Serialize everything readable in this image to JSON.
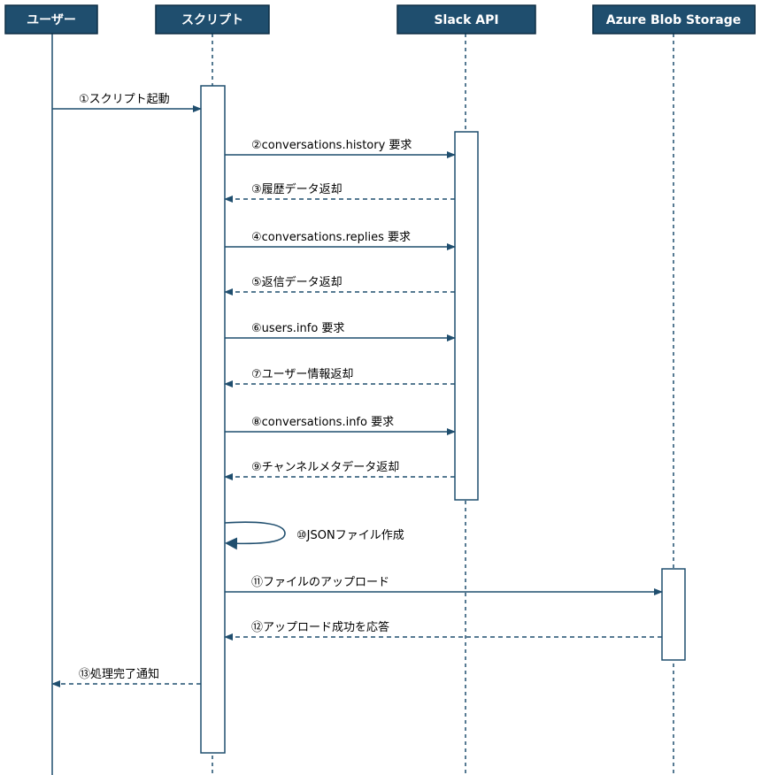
{
  "actors": [
    {
      "id": "user",
      "label": "ユーザー"
    },
    {
      "id": "script",
      "label": "スクリプト"
    },
    {
      "id": "slack",
      "label": "Slack API"
    },
    {
      "id": "azure",
      "label": "Azure Blob Storage"
    }
  ],
  "messages": [
    {
      "from": "user",
      "to": "script",
      "style": "solid",
      "label": "①スクリプト起動"
    },
    {
      "from": "script",
      "to": "slack",
      "style": "solid",
      "label": "②conversations.history 要求"
    },
    {
      "from": "slack",
      "to": "script",
      "style": "dashed",
      "label": "③履歴データ返却"
    },
    {
      "from": "script",
      "to": "slack",
      "style": "solid",
      "label": "④conversations.replies 要求"
    },
    {
      "from": "slack",
      "to": "script",
      "style": "dashed",
      "label": "⑤返信データ返却"
    },
    {
      "from": "script",
      "to": "slack",
      "style": "solid",
      "label": "⑥users.info 要求"
    },
    {
      "from": "slack",
      "to": "script",
      "style": "dashed",
      "label": "⑦ユーザー情報返却"
    },
    {
      "from": "script",
      "to": "slack",
      "style": "solid",
      "label": "⑧conversations.info 要求"
    },
    {
      "from": "slack",
      "to": "script",
      "style": "dashed",
      "label": "⑨チャンネルメタデータ返却"
    },
    {
      "from": "script",
      "to": "script",
      "style": "self",
      "label": "⑩JSONファイル作成"
    },
    {
      "from": "script",
      "to": "azure",
      "style": "solid",
      "label": "⑪ファイルのアップロード"
    },
    {
      "from": "azure",
      "to": "script",
      "style": "dashed",
      "label": "⑫アップロード成功を応答"
    },
    {
      "from": "script",
      "to": "user",
      "style": "dashed",
      "label": "⑬処理完了通知"
    }
  ],
  "colors": {
    "actor_fill": "#1f4e6e",
    "line": "#1f4e6e"
  }
}
